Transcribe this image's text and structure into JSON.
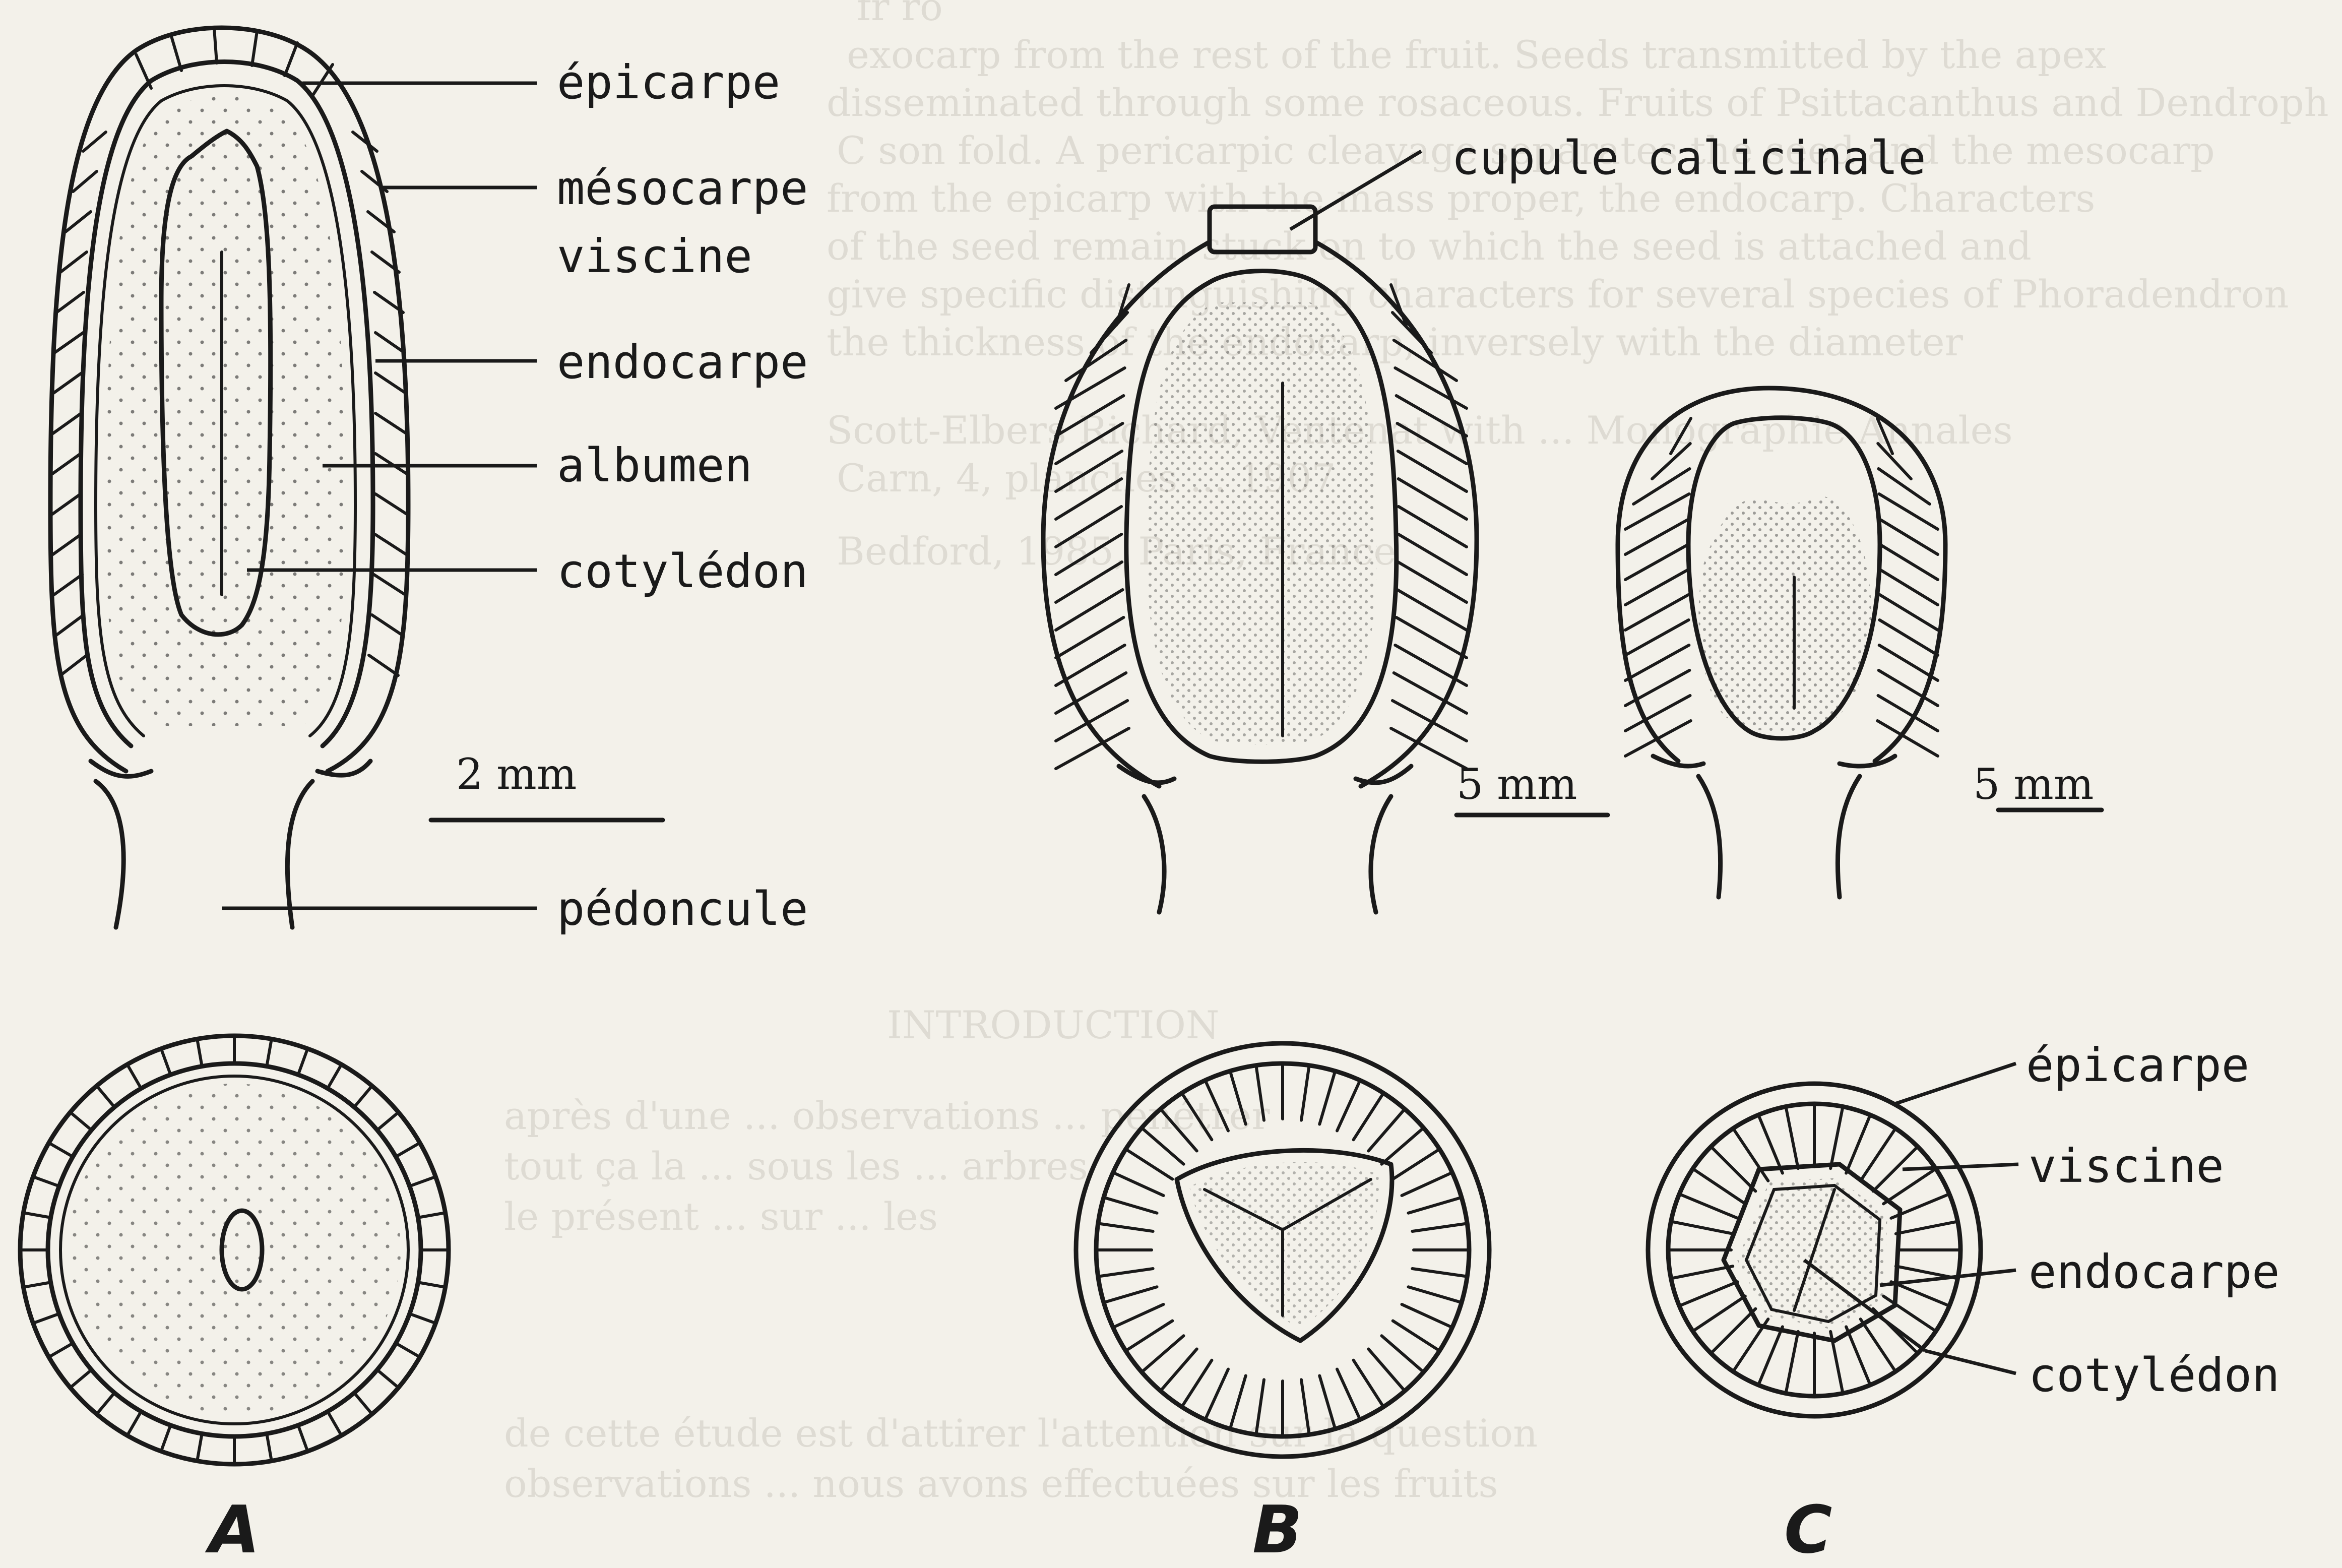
{
  "figure_labels": {
    "a": "A",
    "b": "B",
    "c": "C"
  },
  "labels_a": {
    "epicarpe": "épicarpe",
    "mesocarpe": "mésocarpe",
    "viscine": "viscine",
    "endocarpe": "endocarpe",
    "albumen": "albumen",
    "cotyledon": "cotylédon",
    "pedoncule": "pédoncule"
  },
  "label_b_top": "cupule calicinale",
  "labels_c_section": {
    "epicarpe": "épicarpe",
    "viscine": "viscine",
    "endocarpe": "endocarpe",
    "cotyledon": "cotylédon"
  },
  "scale_bars": {
    "a": "2 mm",
    "b": "5 mm",
    "c": "5 mm"
  },
  "background_text": [
    "fr ro",
    "exocarp from the rest of the fruit. Seeds transmitted by the apex",
    "disseminated through some rosaceous. Fruits of Psittacanthus and Dendroph",
    "C son fold. A pericarpic cleavage separates the seed and the mesocarp",
    "from the epicarp with the mass proper, the endocarp. Characters",
    "of the seed remain stuck on to which the seed is attached and",
    "give specific distinguishing characters for several species of Phoradendron",
    "the thickness of the endocarp, inversely with the diameter",
    "Scott-Elbers Richard, Ventenat with ... Monographie Annales",
    "Carn, 4, planches ... 1907",
    "Bedford, 1985, Paris, France",
    "INTRODUCTION",
    "après d'une ... observations ... pénétrer",
    "tout ça la ... sous les ... arbres",
    "le présent ... sur ... les",
    "de cette étude est d'attirer l'attention sur la question",
    "observations ... nous avons effectuées sur les fruits"
  ]
}
